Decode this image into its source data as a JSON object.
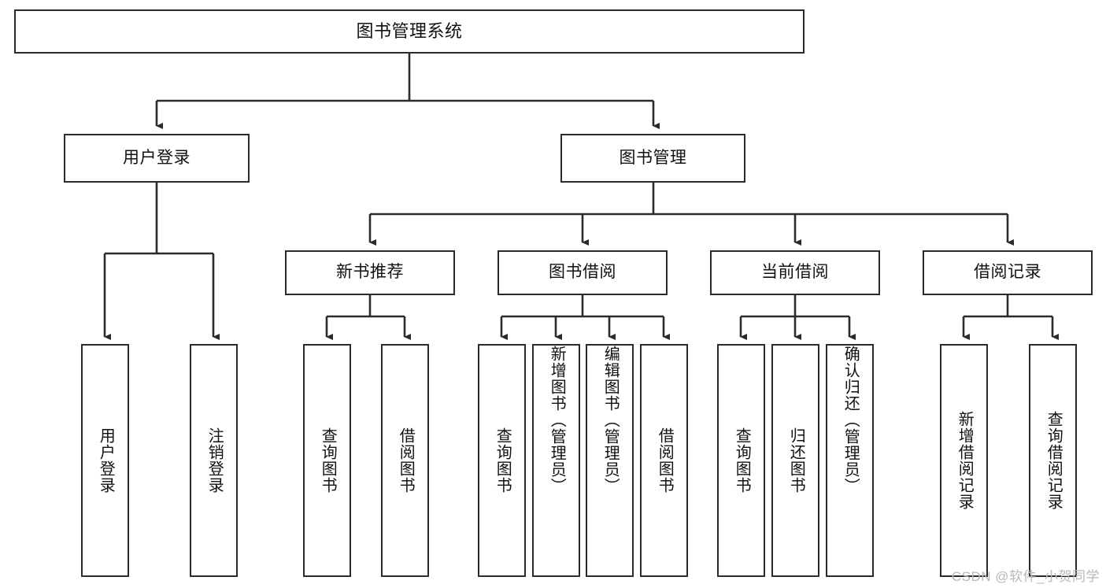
{
  "diagram": {
    "title": "图书管理系统",
    "type": "tree",
    "stroke_color": "#2b2b2b",
    "background_color": "#ffffff",
    "root": {
      "label": "图书管理系统",
      "children": [
        {
          "label": "用户登录",
          "children": [
            {
              "label": "用户登录"
            },
            {
              "label": "注销登录"
            }
          ]
        },
        {
          "label": "图书管理",
          "children": [
            {
              "label": "新书推荐",
              "children": [
                {
                  "label": "查询图书"
                },
                {
                  "label": "借阅图书"
                }
              ]
            },
            {
              "label": "图书借阅",
              "children": [
                {
                  "label": "查询图书"
                },
                {
                  "label": "新增图书（管理员）"
                },
                {
                  "label": "编辑图书（管理员）"
                },
                {
                  "label": "借阅图书"
                }
              ]
            },
            {
              "label": "当前借阅",
              "children": [
                {
                  "label": "查询图书"
                },
                {
                  "label": "归还图书"
                },
                {
                  "label": "确认归还（管理员）"
                }
              ]
            },
            {
              "label": "借阅记录",
              "children": [
                {
                  "label": "新增借阅记录"
                },
                {
                  "label": "查询借阅记录"
                }
              ]
            }
          ]
        }
      ]
    }
  },
  "nodes": {
    "root": "图书管理系统",
    "user_login": "用户登录",
    "book_manage": "图书管理",
    "new_book_rec": "新书推荐",
    "book_borrow": "图书借阅",
    "current_borrow": "当前借阅",
    "borrow_record": "借阅记录",
    "leaf_user_login": "用户登录",
    "leaf_logout": "注销登录",
    "leaf_query_book_1": "查询图书",
    "leaf_borrow_book_1": "借阅图书",
    "leaf_query_book_2": "查询图书",
    "leaf_add_book": "新增图书（管理员）",
    "leaf_edit_book": "编辑图书（管理员）",
    "leaf_borrow_book_2": "借阅图书",
    "leaf_query_book_3": "查询图书",
    "leaf_return_book": "归还图书",
    "leaf_confirm_return": "确认归还（管理员）",
    "leaf_add_record": "新增借阅记录",
    "leaf_query_record": "查询借阅记录"
  },
  "watermark": {
    "text": "CSDN @软件_小贺同学"
  }
}
